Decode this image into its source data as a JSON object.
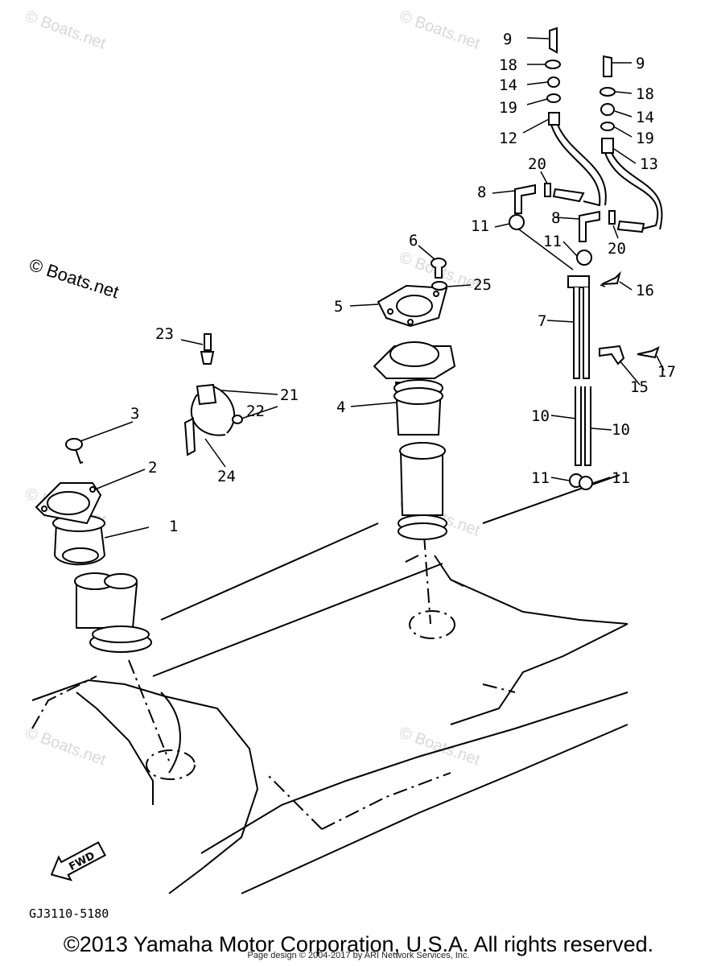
{
  "watermark": "© Boats.net",
  "labels": {
    "p1": "1",
    "p2": "2",
    "p3": "3",
    "p4": "4",
    "p5": "5",
    "p6": "6",
    "p7": "7",
    "p8a": "8",
    "p8b": "8",
    "p9a": "9",
    "p9b": "9",
    "p10a": "10",
    "p10b": "10",
    "p11a": "11",
    "p11b": "11",
    "p11c": "11",
    "p11d": "11",
    "p12": "12",
    "p13": "13",
    "p14a": "14",
    "p14b": "14",
    "p15": "15",
    "p16": "16",
    "p17": "17",
    "p18a": "18",
    "p18b": "18",
    "p19a": "19",
    "p19b": "19",
    "p20a": "20",
    "p20b": "20",
    "p21": "21",
    "p22": "22",
    "p23": "23",
    "p24": "24",
    "p25": "25"
  },
  "fwd_label": "FWD",
  "diagram_code": "GJ3110-5180",
  "copyright": "©2013 Yamaha Motor Corporation, U.S.A. All rights reserved.",
  "page_design": "Page design © 2004-2017 by ARI Network Services, Inc."
}
